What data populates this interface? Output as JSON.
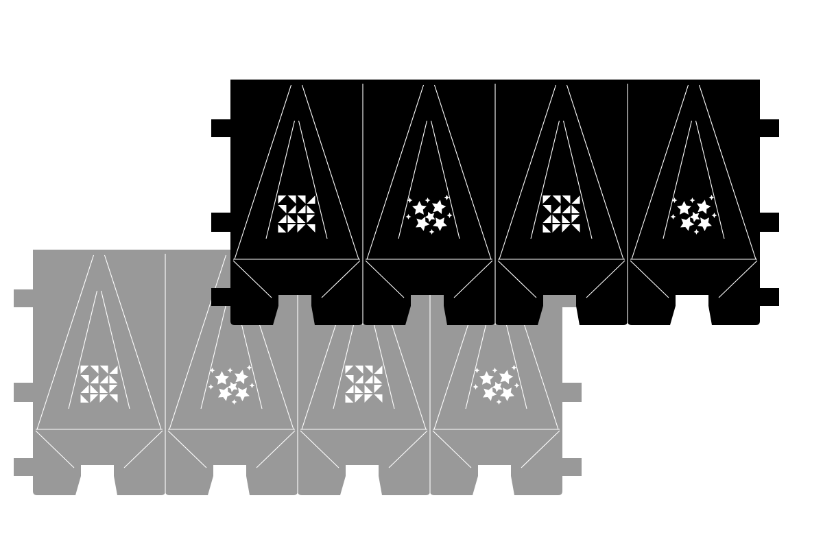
{
  "figure": {
    "sheets": [
      {
        "id": "grey-sheet",
        "fill": "#999999",
        "panels": [
          "pinwheel",
          "stars",
          "pinwheel",
          "stars"
        ]
      },
      {
        "id": "black-sheet",
        "fill": "#000000",
        "panels": [
          "pinwheel",
          "stars",
          "pinwheel",
          "stars"
        ]
      }
    ],
    "cutout_color": "#ffffff",
    "background": "#ffffff"
  }
}
